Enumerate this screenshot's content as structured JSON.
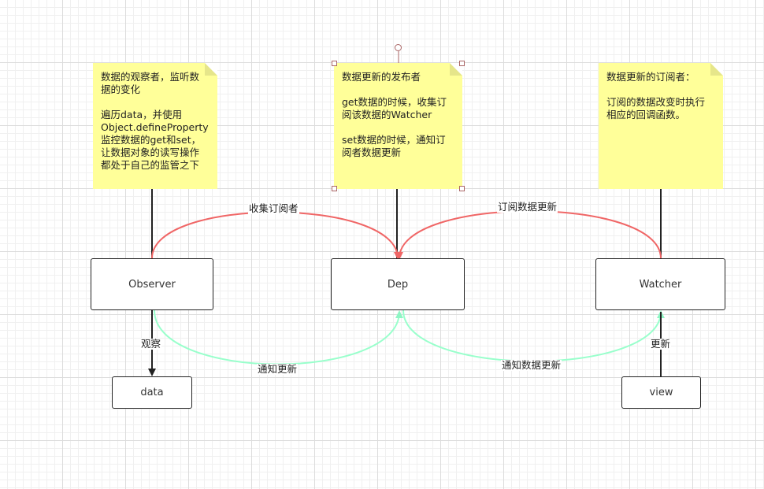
{
  "notes": {
    "observer": "数据的观察者，监听数\n据的变化\n\n遍历data，并使用\nObject.defineProperty\n监控数据的get和set，\n让数据对象的读写操作\n都处于自己的监管之下",
    "dep": "数据更新的发布者\n\nget数据的时候，收集订\n阅该数据的Watcher\n\nset数据的时候，通知订\n阅者数据更新",
    "watcher": "数据更新的订阅者：\n\n订阅的数据改变时执行\n相应的回调函数。"
  },
  "nodes": {
    "observer": "Observer",
    "dep": "Dep",
    "watcher": "Watcher",
    "data": "data",
    "view": "view"
  },
  "edges": {
    "collect": "收集订阅者",
    "subscribe": "订阅数据更新",
    "observe": "观察",
    "notify_update": "通知更新",
    "notify_data_update": "通知数据更新",
    "update": "更新"
  },
  "colors": {
    "note_bg": "#ffff99",
    "collect_line": "#f06666",
    "notify_line": "#99ffcc",
    "stroke": "#222222"
  }
}
